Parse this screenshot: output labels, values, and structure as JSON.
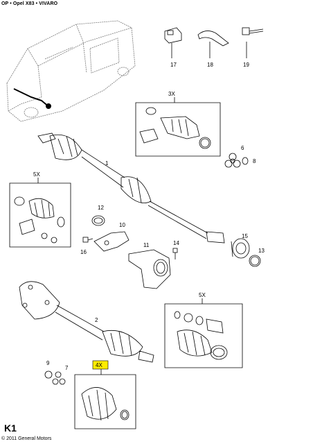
{
  "header": {
    "title": "OP • Opel X83 • VIVARO"
  },
  "footer": {
    "code": "K1",
    "copyright": "© 2011 General Motors"
  },
  "callouts": {
    "p1": "1",
    "p2": "2",
    "p6": "6",
    "p7": "7",
    "p8": "8",
    "p9": "9",
    "p10": "10",
    "p11": "11",
    "p12": "12",
    "p13": "13",
    "p14": "14",
    "p15": "15",
    "p16": "16",
    "p17": "17",
    "p18": "18",
    "p19": "19"
  },
  "multipliers": {
    "kit_top": "3X",
    "kit_left": "5X",
    "kit_right": "5X",
    "kit_bottom": "4X"
  },
  "colors": {
    "line": "#000000",
    "highlight": "#ffec00",
    "vehicle": "#555555"
  }
}
